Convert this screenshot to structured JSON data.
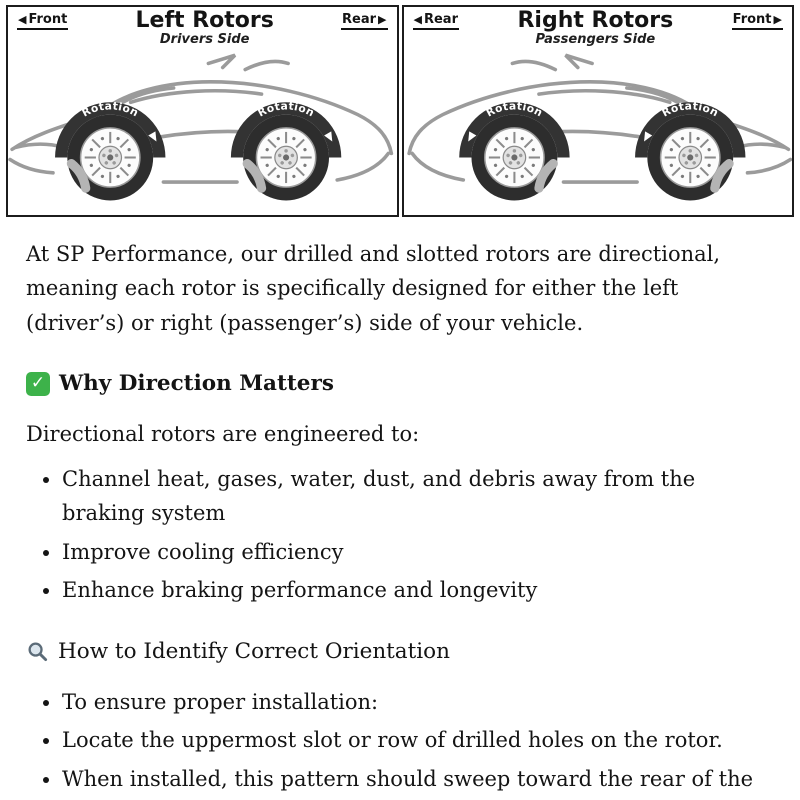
{
  "diagram": {
    "rotation_label": "Rotation",
    "left_panel": {
      "title": "Left Rotors",
      "subtitle": "Drivers Side",
      "left_direction": "Front",
      "right_direction": "Rear",
      "left_arrow": "◀",
      "right_arrow": "▶"
    },
    "right_panel": {
      "title": "Right Rotors",
      "subtitle": "Passengers Side",
      "left_direction": "Rear",
      "right_direction": "Front",
      "left_arrow": "◀",
      "right_arrow": "▶"
    }
  },
  "content": {
    "intro": "At SP Performance, our drilled and slotted rotors are directional, meaning each rotor is specifically designed for either the left (driver’s) or right (passenger’s) side of your vehicle.",
    "why_section": {
      "icon_glyph": "✓",
      "icon_color": "#3db24a",
      "heading": "Why Direction Matters",
      "lead": "Directional rotors are engineered to:",
      "bullets": [
        "Channel heat, gases, water, dust, and debris away from the braking system",
        "Improve cooling efficiency",
        "Enhance braking performance and longevity"
      ]
    },
    "identify_section": {
      "heading": "How to Identify Correct Orientation",
      "bullets": [
        "To ensure proper installation:",
        "Locate the uppermost slot or row of drilled holes on the rotor.",
        "When installed, this pattern should sweep toward the rear of the vehicle."
      ]
    }
  }
}
